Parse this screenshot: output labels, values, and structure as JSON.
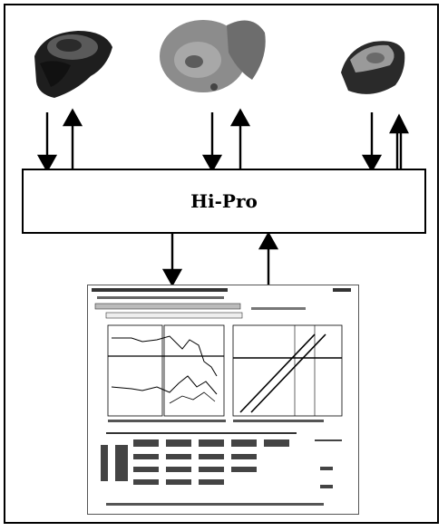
{
  "diagram": {
    "central_box_label": "Hi-Pro",
    "devices": [
      {
        "name": "hearing-aid-left",
        "color": "#1a1a1a"
      },
      {
        "name": "hearing-aid-center",
        "color": "#8a8a8a"
      },
      {
        "name": "hearing-aid-right",
        "color": "#222222"
      }
    ],
    "software_screen": {
      "title": ""
    }
  }
}
